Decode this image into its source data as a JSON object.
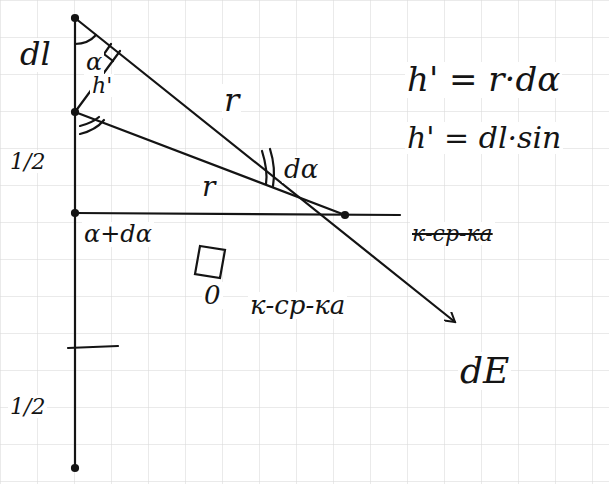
{
  "diagram": {
    "labels": [
      "dl",
      "α",
      "h'",
      "r",
      "dα",
      "α+dα",
      "r",
      "1/2",
      "1/2",
      "0",
      "к-ср-ка",
      "к-ср-ка",
      "h' = r·dα",
      "h' = dl·sin",
      "dE"
    ]
  }
}
